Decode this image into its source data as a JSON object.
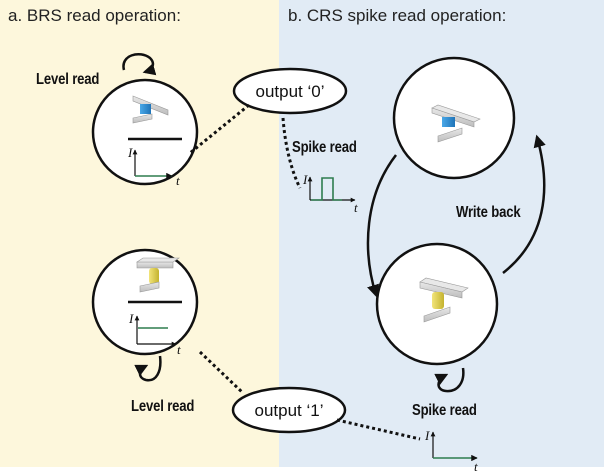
{
  "panels": {
    "a": {
      "title": "a. BRS read operation:",
      "background": "#fdf7dc",
      "top_cell": {
        "state": "output 0",
        "filament_color": "#2b8fd4",
        "read_label": "Level read"
      },
      "bottom_cell": {
        "state": "output 1",
        "filament_color": "#e0d24a",
        "read_label": "Level read"
      }
    },
    "b": {
      "title": "b. CRS spike read operation:",
      "background": "#e1ebf5",
      "top_cell": {
        "filament_color": "#2b8fd4"
      },
      "bottom_cell": {
        "filament_color": "#e0d24a",
        "read_label": "Spike read"
      },
      "spike_read_label": "Spike read",
      "write_back_label": "Write back"
    }
  },
  "outputs": {
    "zero": "output ‘0’",
    "one": "output ‘1’"
  },
  "axes": {
    "current_symbol": "I",
    "time_symbol": "t"
  },
  "colors": {
    "signal": "#2e7d4f",
    "outline": "#111111",
    "cell_fill": "#ffffff"
  }
}
